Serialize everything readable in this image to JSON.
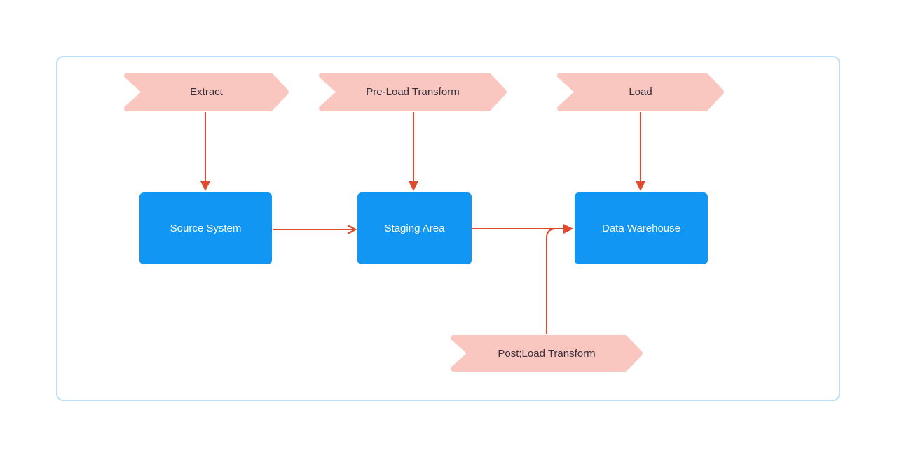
{
  "colors": {
    "shape_pink": "#fac7c0",
    "box_blue": "#1197f3",
    "arrow_red": "#e04a2f",
    "label_dark": "#35313c",
    "box_text": "#ffffff",
    "canvas_border": "#bfdef8"
  },
  "nodes": {
    "extract": {
      "label": "Extract",
      "type": "chevron"
    },
    "preload": {
      "label": "Pre-Load Transform",
      "type": "chevron"
    },
    "load": {
      "label": "Load",
      "type": "chevron"
    },
    "source": {
      "label": "Source System",
      "type": "box"
    },
    "staging": {
      "label": "Staging Area",
      "type": "box"
    },
    "warehouse": {
      "label": "Data Warehouse",
      "type": "box"
    },
    "postload": {
      "label": "Post;Load Transform",
      "type": "chevron"
    }
  },
  "edges": [
    {
      "from": "Extract",
      "to": "Source System"
    },
    {
      "from": "Pre-Load Transform",
      "to": "Staging Area"
    },
    {
      "from": "Load",
      "to": "Data Warehouse"
    },
    {
      "from": "Source System",
      "to": "Staging Area"
    },
    {
      "from": "Staging Area",
      "to": "Data Warehouse"
    },
    {
      "from": "Post;Load Transform",
      "to": "Data Warehouse"
    }
  ]
}
